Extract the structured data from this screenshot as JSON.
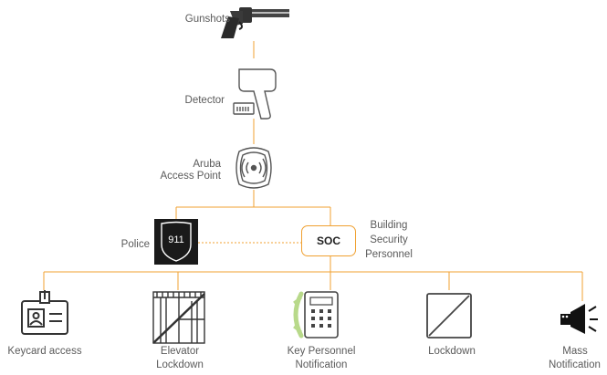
{
  "nodes": {
    "gunshots": "Gunshots",
    "detector": "Detector",
    "aruba_line1": "Aruba",
    "aruba_line2": "Access Point",
    "police": "Police",
    "shield_text": "911",
    "soc": "SOC",
    "bsp_line1": "Building",
    "bsp_line2": "Security",
    "bsp_line3": "Personnel"
  },
  "actions": {
    "keycard": "Keycard access",
    "elevator_line1": "Elevator",
    "elevator_line2": "Lockdown",
    "keypers_line1": "Key Personnel",
    "keypers_line2": "Notification",
    "lockdown": "Lockdown",
    "mass_line1": "Mass",
    "mass_line2": "Notification"
  },
  "colors": {
    "connector": "#f0a030",
    "icon_stroke": "#555555",
    "phone_accent": "#b8d98a",
    "shield_bg": "#1a1a1a"
  }
}
